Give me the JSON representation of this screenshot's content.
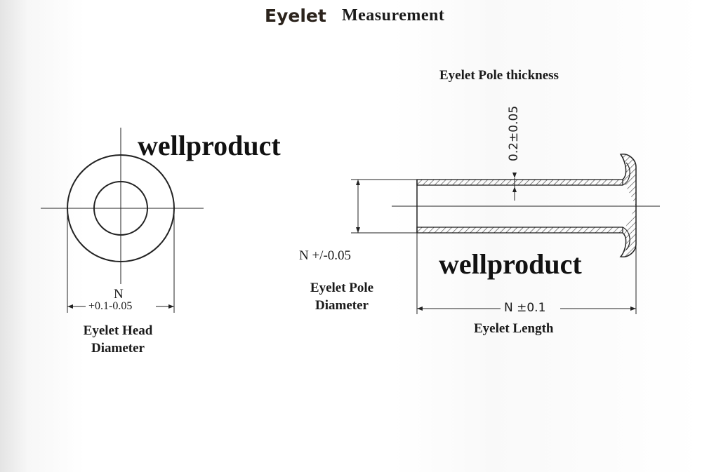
{
  "title": {
    "part1": "Eyelet",
    "part2": "Measurement"
  },
  "watermark": "wellproduct",
  "head_view": {
    "dimension_symbol": "N",
    "tolerance": "+0.1-0.05",
    "label_line1": "Eyelet Head",
    "label_line2": "Diameter"
  },
  "side_view": {
    "pole_thickness_label": "Eyelet Pole thickness",
    "pole_thickness_value": "0.2±0.05",
    "pole_diameter_tolerance": "N +/-0.05",
    "pole_diameter_line1": "Eyelet Pole",
    "pole_diameter_line2": "Diameter",
    "length_value": "N ±0.1",
    "length_label": "Eyelet Length"
  },
  "colors": {
    "line": "#222222",
    "title_sans": "#2b231c",
    "background_shade": "#e4e4e4"
  }
}
